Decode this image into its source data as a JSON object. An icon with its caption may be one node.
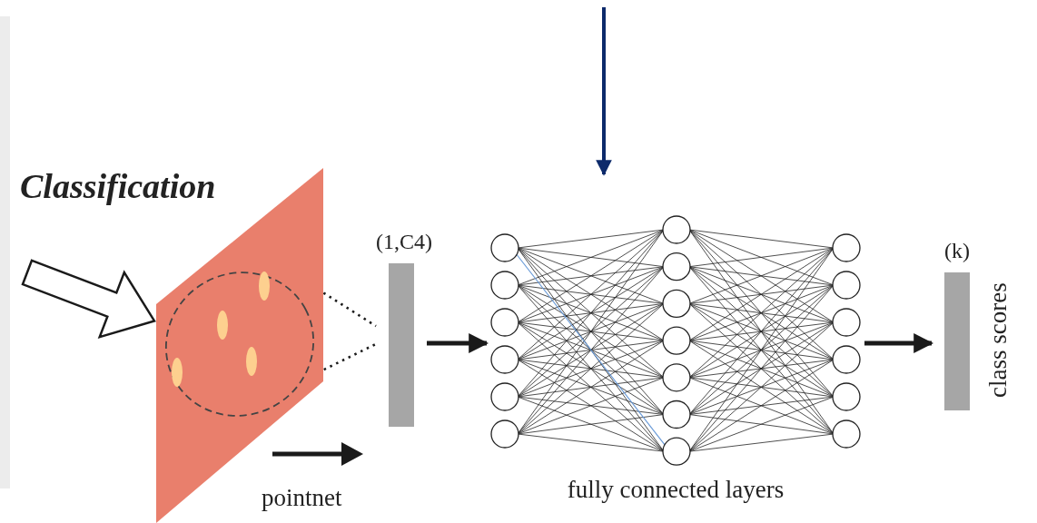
{
  "diagram": {
    "nodes": [
      {
        "text": [],
        "shape": "parallelogram"
      },
      {
        "text": [],
        "shape": "ellipse",
        "in": 0
      },
      {
        "text": [
          "(1,C4)"
        ]
      },
      {
        "text": [],
        "shape": "picture",
        "beside": [
          "fully connected layers"
        ]
      },
      {
        "text": [
          "(k)"
        ],
        "beside": [
          "class scores"
        ]
      }
    ],
    "edges": [
      {
        "from": null,
        "to": 0,
        "arrow": "to",
        "style": "thick"
      },
      {
        "from": 1,
        "to": 2,
        "arrow": "none",
        "style": "dashed"
      },
      {
        "from": 1,
        "to": 2,
        "arrow": "none",
        "style": "dashed"
      },
      {
        "from": 2,
        "to": 3,
        "arrow": "to"
      },
      {
        "from": 3,
        "to": 4,
        "arrow": "to"
      },
      {
        "from": null,
        "to": 3,
        "arrow": "to",
        "color": "#0d2a6b"
      }
    ],
    "labels": [
      "Classification",
      "pointnet"
    ]
  }
}
